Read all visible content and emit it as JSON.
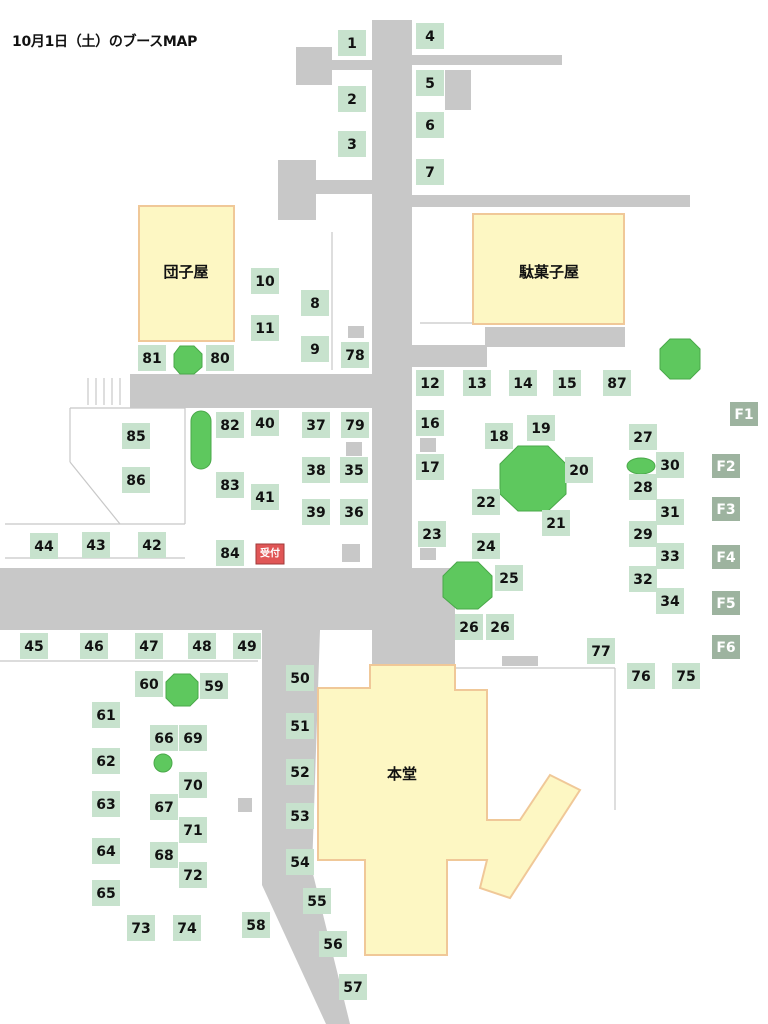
{
  "title": "10月1日（土）のブースMAP",
  "buildings": {
    "dango": "団子屋",
    "dagashi": "駄菓子屋",
    "hondo": "本堂"
  },
  "reception": "受付",
  "booths": [
    "1",
    "2",
    "3",
    "4",
    "5",
    "6",
    "7",
    "8",
    "9",
    "10",
    "11",
    "12",
    "13",
    "14",
    "15",
    "16",
    "17",
    "18",
    "19",
    "20",
    "21",
    "22",
    "23",
    "24",
    "25",
    "26",
    "26",
    "27",
    "28",
    "29",
    "30",
    "31",
    "32",
    "33",
    "34",
    "35",
    "36",
    "37",
    "38",
    "39",
    "40",
    "41",
    "42",
    "43",
    "44",
    "45",
    "46",
    "47",
    "48",
    "49",
    "50",
    "51",
    "52",
    "53",
    "54",
    "55",
    "56",
    "57",
    "58",
    "59",
    "60",
    "61",
    "62",
    "63",
    "64",
    "65",
    "66",
    "67",
    "68",
    "69",
    "70",
    "71",
    "72",
    "73",
    "74",
    "75",
    "76",
    "77",
    "78",
    "79",
    "80",
    "81",
    "82",
    "83",
    "84",
    "85",
    "86",
    "87"
  ],
  "food_booths": [
    "F1",
    "F2",
    "F3",
    "F4",
    "F5",
    "F6"
  ],
  "colors": {
    "road": "#c8c8c8",
    "building": "#fdf7c3",
    "booth": "#c7e2cd",
    "food_booth": "#9db39f",
    "tree": "#5ec85e",
    "reception": "#e05656"
  }
}
